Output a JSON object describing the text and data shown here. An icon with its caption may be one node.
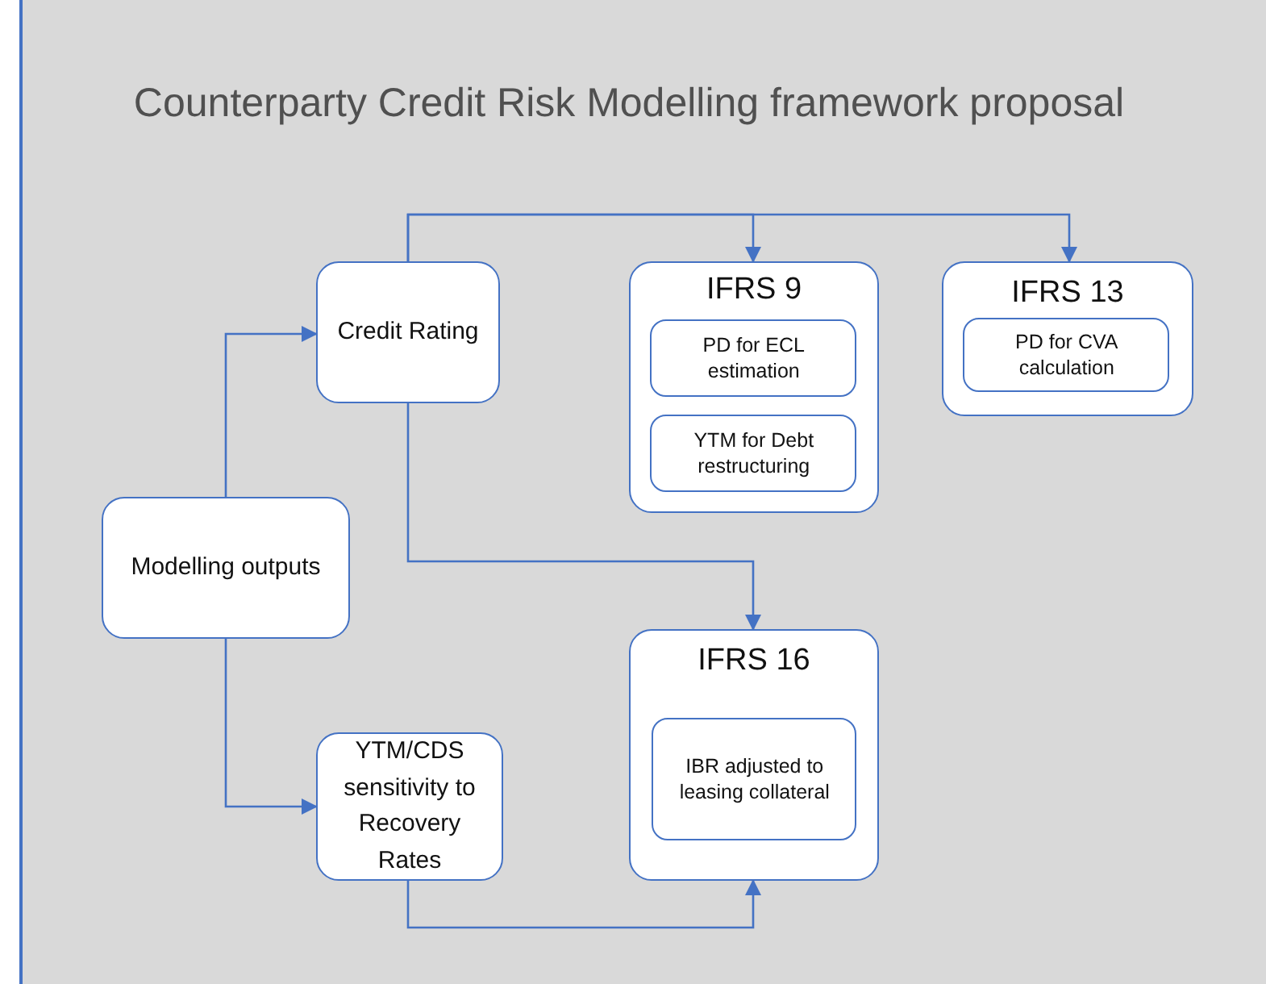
{
  "diagram": {
    "title": "Counterparty Credit Risk Modelling framework proposal",
    "nodes": [
      {
        "text": [
          "Modelling outputs"
        ]
      },
      {
        "text": [
          "Credit Rating"
        ]
      },
      {
        "text": [
          "IFRS 9"
        ]
      },
      {
        "text": [
          "PD for ECL estimation"
        ],
        "in": 2
      },
      {
        "text": [
          "YTM for Debt restructuring"
        ],
        "in": 2
      },
      {
        "text": [
          "IFRS 13"
        ]
      },
      {
        "text": [
          "PD for CVA calculation"
        ],
        "in": 5
      },
      {
        "text": [
          "YTM/CDS sensitivity to Recovery Rates"
        ]
      },
      {
        "text": [
          "IFRS 16"
        ]
      },
      {
        "text": [
          "IBR adjusted to leasing collateral"
        ],
        "in": 8
      }
    ],
    "edges": [
      {
        "from": 0,
        "to": 1,
        "arrow": "to"
      },
      {
        "from": 1,
        "to": 2,
        "arrow": "to"
      },
      {
        "from": 1,
        "to": 5,
        "arrow": "to"
      },
      {
        "from": 1,
        "to": 8,
        "arrow": "to"
      },
      {
        "from": 0,
        "to": 7,
        "arrow": "to"
      },
      {
        "from": 7,
        "to": 8,
        "arrow": "to"
      }
    ]
  }
}
